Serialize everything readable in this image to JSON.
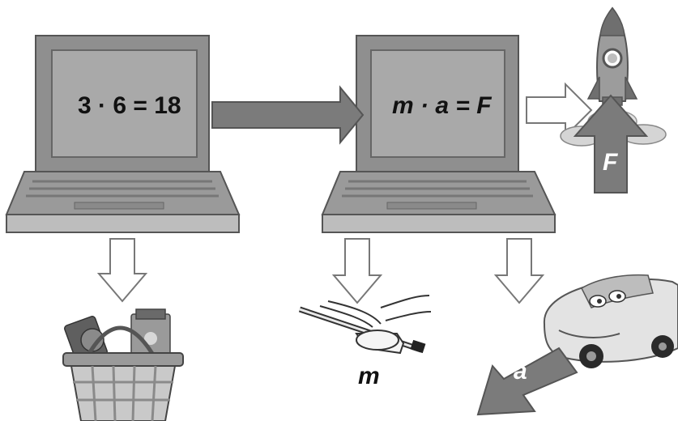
{
  "laptop_left": {
    "equation": "3 · 6 = 18"
  },
  "laptop_right": {
    "equation": "m · a = F"
  },
  "labels": {
    "force": "F",
    "mass": "m",
    "acceleration": "a"
  },
  "icons": [
    "laptop-icon",
    "laptop-icon",
    "grocery-basket-icon",
    "hands-gripping-rope-icon",
    "toy-car-icon",
    "rocket-icon"
  ],
  "colors": {
    "dark_arrow": "#7b7b7b",
    "hollow_arrow": "#ffffff",
    "laptop_body": "#9a9a9a",
    "screen": "#a9a9a9"
  }
}
